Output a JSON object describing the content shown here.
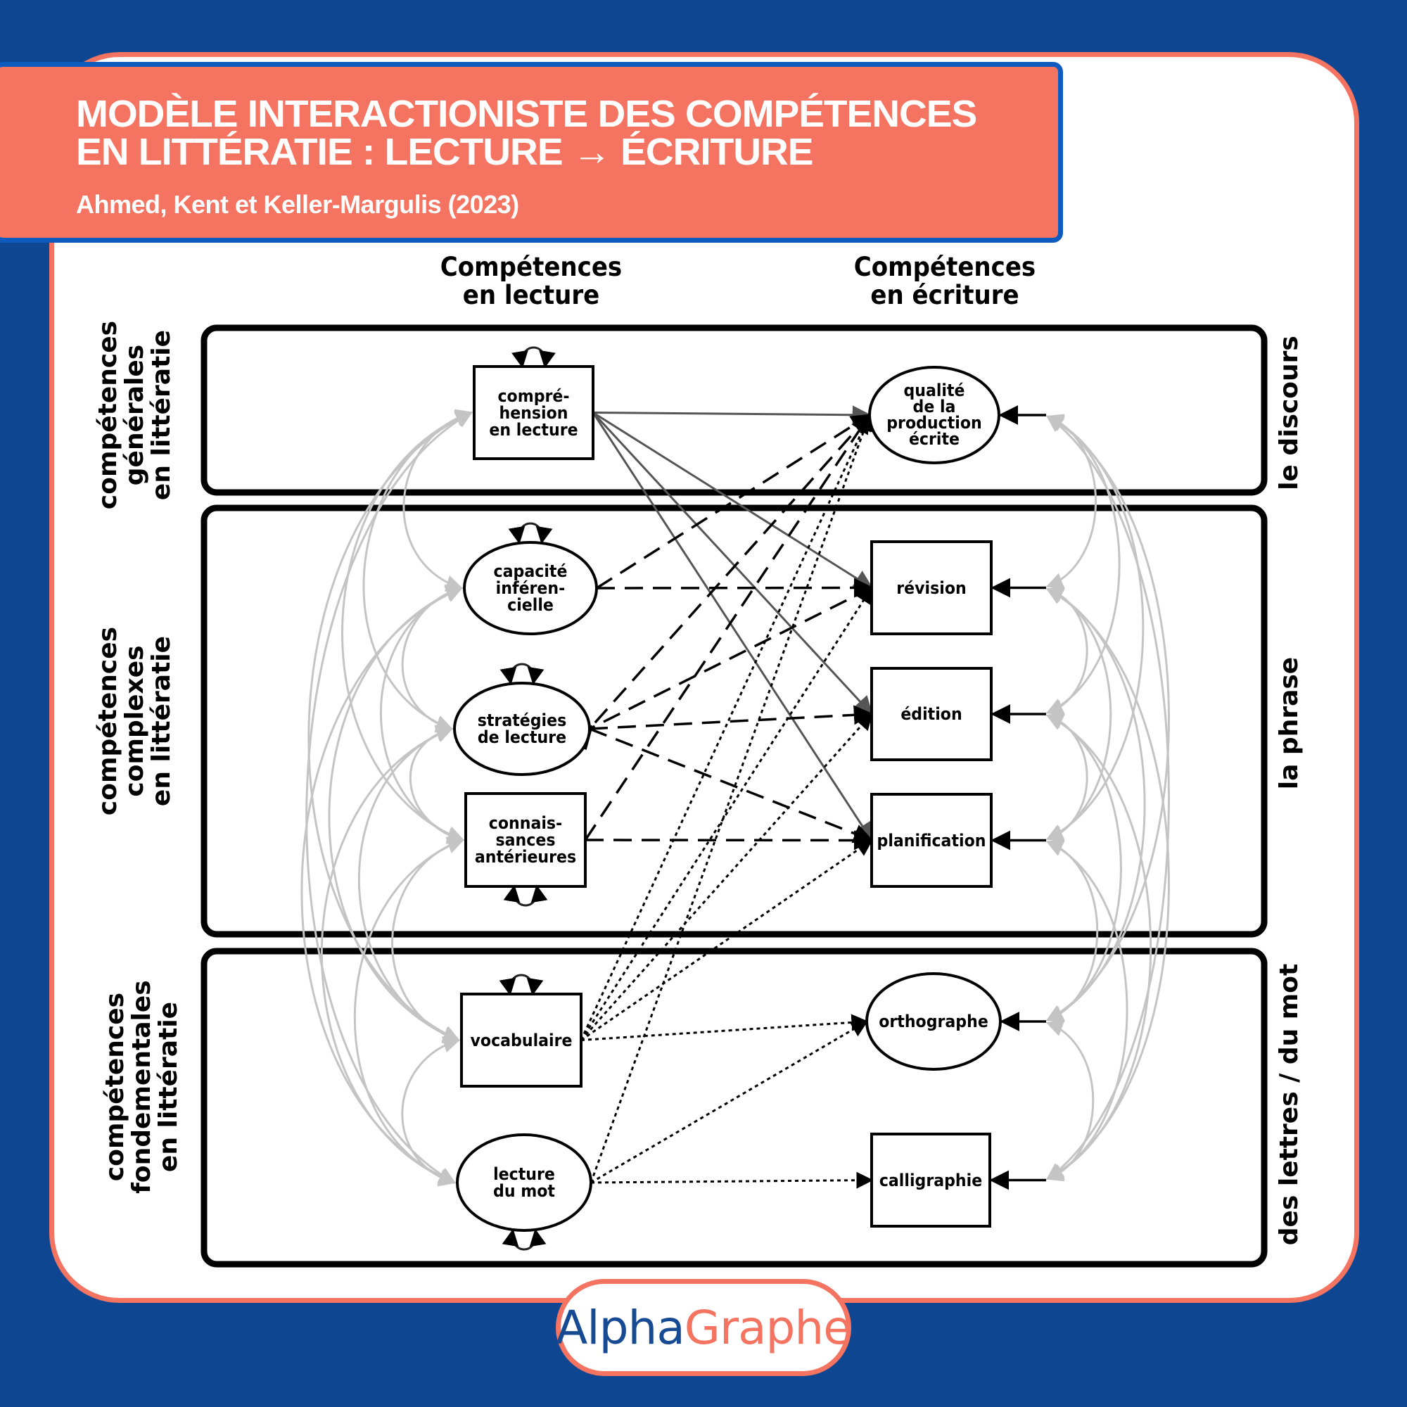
{
  "header": {
    "title": "MODÈLE INTERACTIONISTE DES COMPÉTENCES\nEN LITTÉRATIE : LECTURE → ÉCRITURE",
    "subtitle": "Ahmed, Kent et Keller-Margulis (2023)"
  },
  "colors": {
    "background": "#0f4691",
    "accent_coral": "#f47461",
    "header_border": "#0e5bc0",
    "logo_blue": "#164a93",
    "correlation_gray": "#c4c4c4"
  },
  "columns": {
    "reading": "Compétences\nen lecture",
    "writing": "Compétences\nen écriture"
  },
  "rows": [
    {
      "id": "generales",
      "left_label": "compétences\ngénérales\nen littératie",
      "right_label": "le discours"
    },
    {
      "id": "complexes",
      "left_label": "compétences\ncomplexes\nen littératie",
      "right_label": "la phrase"
    },
    {
      "id": "fondamentales",
      "left_label": "compétences\nfondementales\nen littératie",
      "right_label": "des lettres / du mot"
    }
  ],
  "nodes": {
    "comprehension": {
      "label": "compré-\nhension\nen lecture",
      "shape": "rect",
      "side": "reading",
      "row": "generales"
    },
    "inferentielle": {
      "label": "capacité\ninféren-\ncielle",
      "shape": "ellipse",
      "side": "reading",
      "row": "complexes"
    },
    "strategies": {
      "label": "stratégies\nde lecture",
      "shape": "ellipse",
      "side": "reading",
      "row": "complexes"
    },
    "connaissances": {
      "label": "connais-\nsances\nantérieures",
      "shape": "rect",
      "side": "reading",
      "row": "complexes"
    },
    "vocabulaire": {
      "label": "vocabulaire",
      "shape": "rect",
      "side": "reading",
      "row": "fondamentales"
    },
    "lecture_mot": {
      "label": "lecture\ndu mot",
      "shape": "ellipse",
      "side": "reading",
      "row": "fondamentales"
    },
    "qualite": {
      "label": "qualité\nde la\nproduction\nécrite",
      "shape": "ellipse",
      "side": "writing",
      "row": "generales"
    },
    "revision": {
      "label": "révision",
      "shape": "rect",
      "side": "writing",
      "row": "complexes"
    },
    "edition": {
      "label": "édition",
      "shape": "rect",
      "side": "writing",
      "row": "complexes"
    },
    "planification": {
      "label": "planification",
      "shape": "rect",
      "side": "writing",
      "row": "complexes"
    },
    "orthographe": {
      "label": "orthographe",
      "shape": "ellipse",
      "side": "writing",
      "row": "fondamentales"
    },
    "calligraphie": {
      "label": "calligraphie",
      "shape": "rect",
      "side": "writing",
      "row": "fondamentales"
    }
  },
  "edges": {
    "solid": [
      [
        "comprehension",
        "qualite"
      ],
      [
        "comprehension",
        "revision"
      ],
      [
        "comprehension",
        "edition"
      ],
      [
        "comprehension",
        "planification"
      ]
    ],
    "dashed": [
      [
        "inferentielle",
        "qualite"
      ],
      [
        "inferentielle",
        "revision"
      ],
      [
        "qualite",
        "strategies"
      ],
      [
        "revision",
        "strategies"
      ],
      [
        "strategies",
        "edition"
      ],
      [
        "strategies",
        "planification"
      ],
      [
        "connaissances",
        "qualite"
      ],
      [
        "connaissances",
        "planification"
      ]
    ],
    "dotted": [
      [
        "vocabulaire",
        "qualite"
      ],
      [
        "vocabulaire",
        "revision"
      ],
      [
        "vocabulaire",
        "edition"
      ],
      [
        "vocabulaire",
        "planification"
      ],
      [
        "vocabulaire",
        "orthographe"
      ],
      [
        "lecture_mot",
        "qualite"
      ],
      [
        "lecture_mot",
        "orthographe"
      ],
      [
        "lecture_mot",
        "calligraphie"
      ]
    ]
  },
  "legend_notes": {
    "left_correlations": "gray curved double-headed correlations among reading skills",
    "right_correlations": "gray curved correlations among writing residuals"
  },
  "logo": {
    "part1": "Alpha",
    "part2": "Graphe"
  }
}
